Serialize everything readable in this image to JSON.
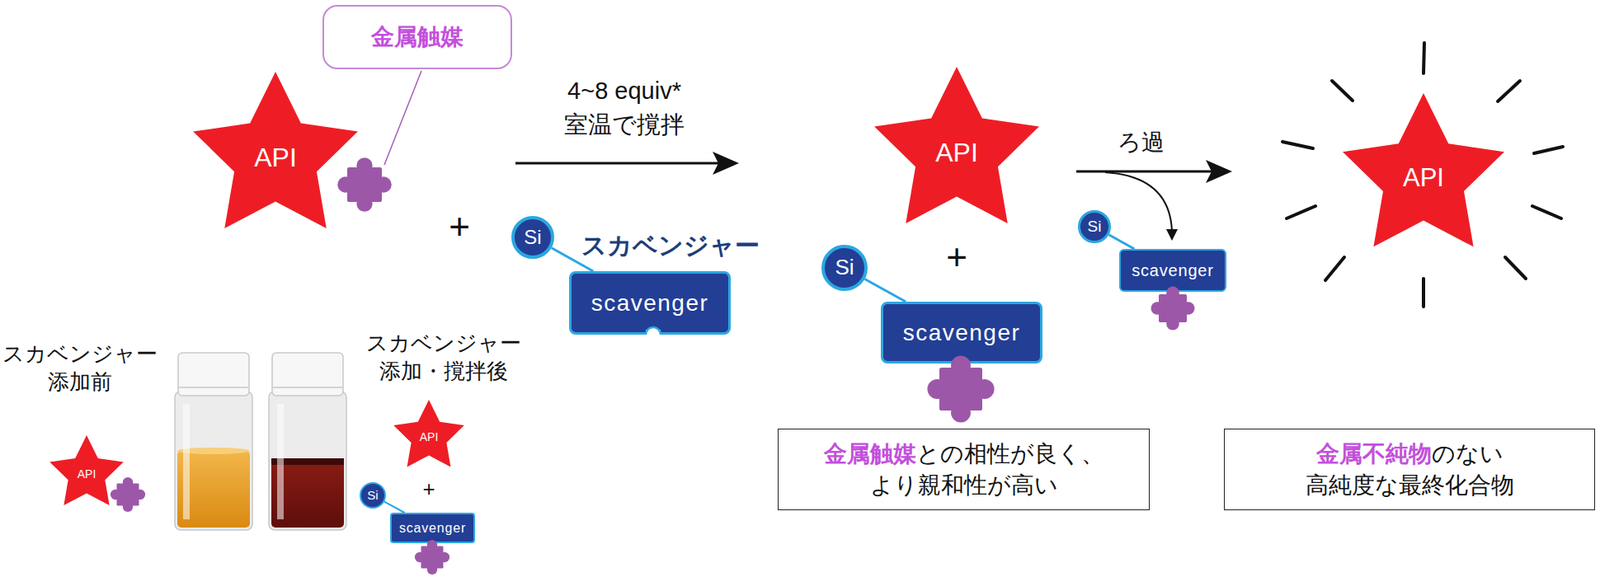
{
  "diagram": {
    "nodes": [
      {
        "text": [
          "金属触媒"
        ]
      },
      {
        "text": [
          "API"
        ]
      },
      {
        "text": [
          "Si"
        ]
      },
      {
        "text": [
          "scavenger"
        ]
      },
      {
        "text": [
          "API"
        ]
      },
      {
        "text": [
          "Si"
        ]
      },
      {
        "text": [
          "scavenger"
        ]
      },
      {
        "text": [
          "金属触媒",
          "との相性が良く、 より親和性が高い"
        ]
      },
      {
        "text": [
          "Si"
        ]
      },
      {
        "text": [
          "scavenger"
        ]
      },
      {
        "text": [
          "API"
        ]
      },
      {
        "text": [
          "金属不純物",
          "のない 高純度な最終化合物"
        ]
      },
      {
        "text": [
          "API"
        ]
      },
      {
        "text": [
          "API"
        ]
      },
      {
        "text": [
          "Si"
        ]
      },
      {
        "text": [
          "scavenger"
        ]
      }
    ],
    "edges": [
      {
        "from": 2,
        "to": 3,
        "arrow": "none"
      },
      {
        "from": 5,
        "to": 6,
        "arrow": "none"
      },
      {
        "from": 8,
        "to": 9,
        "arrow": "none"
      },
      {
        "from": 14,
        "to": 15,
        "arrow": "none"
      }
    ],
    "labels": [
      "+",
      "スカベンジャー",
      "4~8 equiv*",
      "室温で撹拌",
      "+",
      "ろ過",
      "スカベンジャー 添加前",
      "スカベンジャー 添加・撹拌後",
      "+"
    ]
  }
}
